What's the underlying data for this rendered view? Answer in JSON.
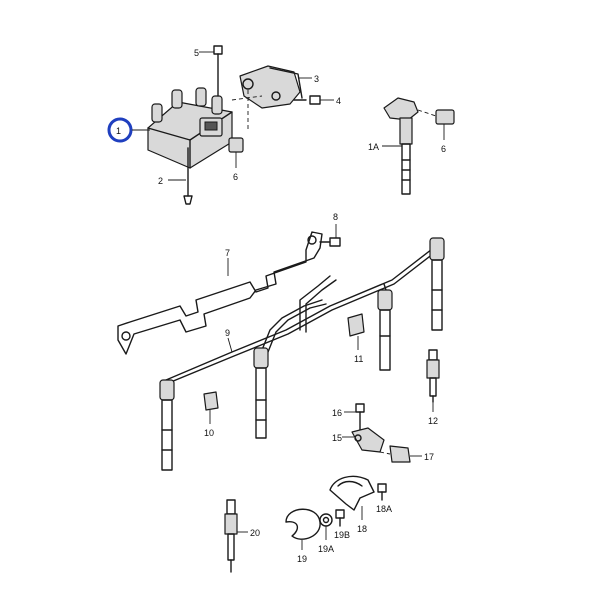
{
  "labels": {
    "l1": "1",
    "l1a": "1A",
    "l2": "2",
    "l3": "3",
    "l4": "4",
    "l5": "5",
    "l6a": "6",
    "l6b": "6",
    "l7": "7",
    "l8": "8",
    "l9": "9",
    "l10": "10",
    "l11": "11",
    "l12": "12",
    "l15": "15",
    "l16": "16",
    "l17": "17",
    "l18": "18",
    "l18a": "18A",
    "l19": "19",
    "l19a": "19A",
    "l19b": "19B",
    "l20": "20"
  },
  "highlight": {
    "color": "#1f3fbf"
  }
}
